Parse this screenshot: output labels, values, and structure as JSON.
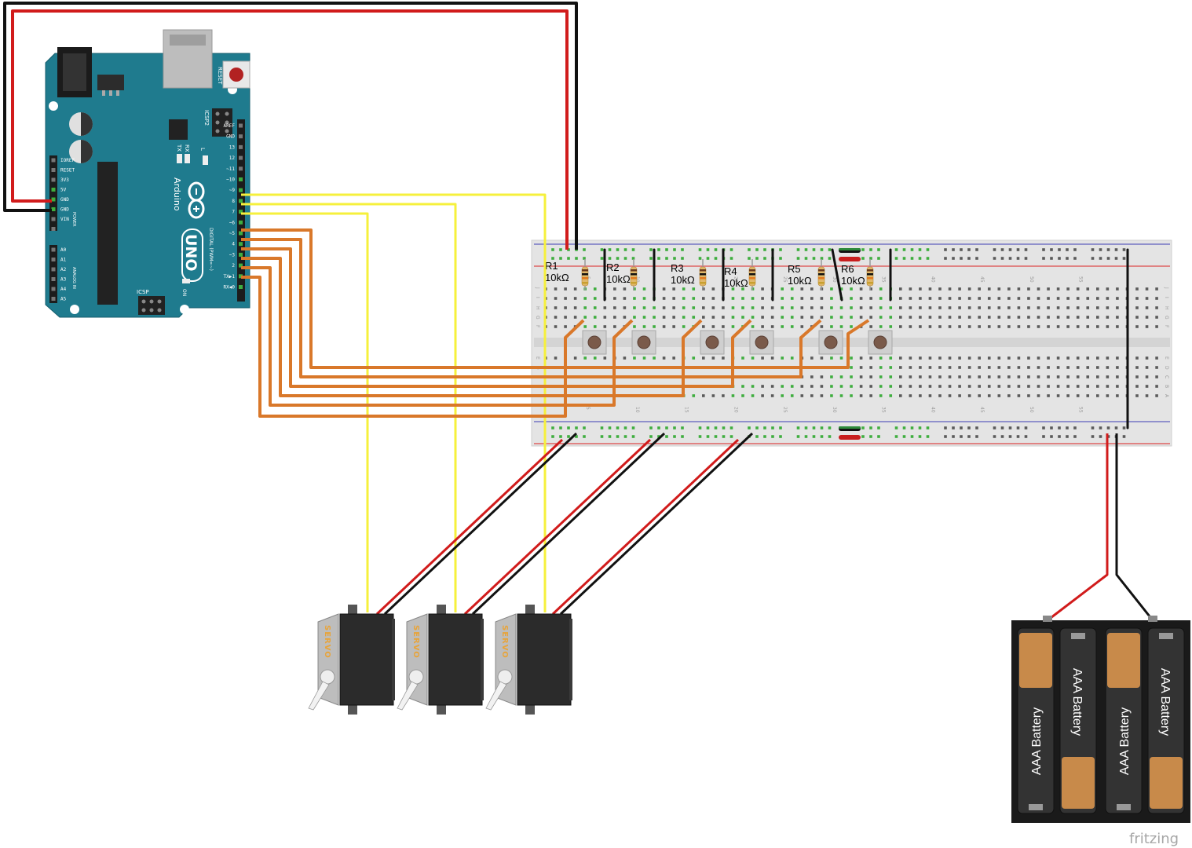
{
  "arduino": {
    "reset_label": "RESET",
    "icsp2_label": "ICSP2",
    "icsp_label": "ICSP",
    "tx_label": "TX",
    "rx_label": "RX",
    "l_label": "L",
    "on_label": "ON",
    "brand": "Arduino",
    "model": "UNO",
    "digital_label": "DIGITAL (PWM=~)",
    "power_label": "POWER",
    "analog_label": "ANALOG IN",
    "digital_pins": [
      "AREF",
      "GND",
      "13",
      "12",
      "~11",
      "~10",
      "~9",
      "8",
      "7",
      "~6",
      "~5",
      "4",
      "~3",
      "2",
      "TX▶1",
      "RX◀0"
    ],
    "power_pins": [
      "IOREF",
      "RESET",
      "3V3",
      "5V",
      "GND",
      "GND",
      "VIN"
    ],
    "analog_pins": [
      "A0",
      "A1",
      "A2",
      "A3",
      "A4",
      "A5"
    ]
  },
  "breadboard": {
    "column_numbers": [
      "5",
      "10",
      "15",
      "20",
      "25",
      "30",
      "35",
      "40",
      "45",
      "50",
      "55"
    ],
    "row_letters_top": [
      "J",
      "I",
      "H",
      "G",
      "F"
    ],
    "row_letters_bottom": [
      "E",
      "D",
      "C",
      "B",
      "A"
    ]
  },
  "resistors": [
    {
      "name": "R1",
      "value": "10kΩ"
    },
    {
      "name": "R2",
      "value": "10kΩ"
    },
    {
      "name": "R3",
      "value": "10kΩ"
    },
    {
      "name": "R4",
      "value": "10kΩ"
    },
    {
      "name": "R5",
      "value": "10kΩ"
    },
    {
      "name": "R6",
      "value": "10kΩ"
    }
  ],
  "servos": [
    {
      "label": "SERVO"
    },
    {
      "label": "SERVO"
    },
    {
      "label": "SERVO"
    }
  ],
  "battery": {
    "cells": [
      "AAA Battery",
      "AAA Battery",
      "AAA Battery",
      "AAA Battery"
    ]
  },
  "colors": {
    "board": "#1f7b8e",
    "wire_red": "#d11b1b",
    "wire_black": "#111111",
    "wire_yellow": "#f6f03c",
    "wire_orange": "#d9782a",
    "breadboard": "#e2e2e2"
  },
  "footer": {
    "brand": "fritzing"
  }
}
